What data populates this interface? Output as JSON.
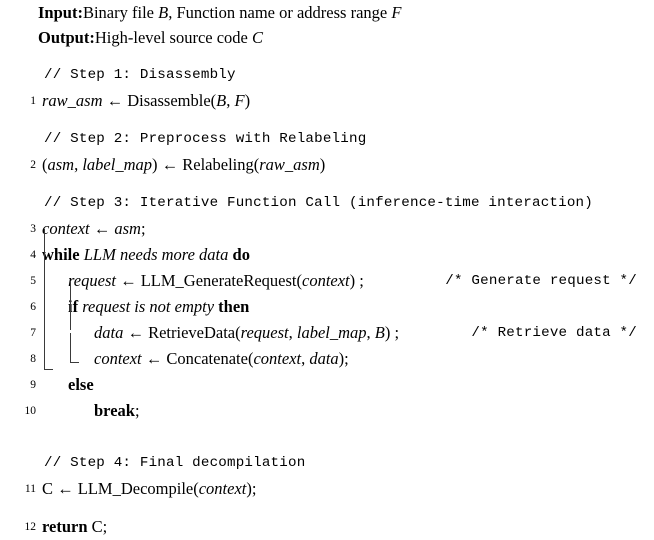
{
  "header": {
    "input_label": "Input:",
    "input_text_a": "Binary file ",
    "input_var_a": "B",
    "input_text_b": ", Function name or address range ",
    "input_var_b": "F",
    "output_label": "Output:",
    "output_text": "High-level source code ",
    "output_var": "C"
  },
  "comments": {
    "step1": "// Step 1:  Disassembly",
    "step2": "// Step 2:  Preprocess with Relabeling",
    "step3": "// Step 3:  Iterative Function Call (inference-time interaction)",
    "step4": "// Step 4:  Final decompilation",
    "generate_request": "/* Generate request */",
    "retrieve_data": "/* Retrieve data */"
  },
  "lines": {
    "n1": "1",
    "n2": "2",
    "n3": "3",
    "n4": "4",
    "n5": "5",
    "n6": "6",
    "n7": "7",
    "n8": "8",
    "n9": "9",
    "n10": "10",
    "n11": "11",
    "n12": "12"
  },
  "code": {
    "l1": {
      "lhs": "raw_asm",
      "arrow": "←",
      "fn": "Disassemble",
      "args_open": "(",
      "arg1": "B",
      "comma": ", ",
      "arg2": "F",
      "args_close": ")"
    },
    "l2": {
      "open": "(",
      "lhs1": "asm",
      "comma": ", ",
      "lhs2": "label_map",
      "close": ")",
      "arrow": "←",
      "fn": "Relabeling",
      "args_open": "(",
      "arg1": "raw_asm",
      "args_close": ")"
    },
    "l3": {
      "lhs": "context",
      "arrow": "←",
      "rhs": "asm",
      "semi": ";"
    },
    "l4": {
      "kw1": "while",
      "cond": "LLM needs more data",
      "kw2": "do"
    },
    "l5": {
      "lhs": "request",
      "arrow": "←",
      "fn": "LLM_GenerateRequest",
      "args_open": "(",
      "arg1": "context",
      "args_close": ")",
      "semi": " ;"
    },
    "l6": {
      "kw1": "if",
      "cond": "request is not empty",
      "kw2": "then"
    },
    "l7": {
      "lhs": "data",
      "arrow": "←",
      "fn": "RetrieveData",
      "args_open": "(",
      "arg1": "request",
      "comma1": ", ",
      "arg2": "label_map",
      "comma2": ", ",
      "arg3": "B",
      "args_close": ")",
      "semi": " ;"
    },
    "l8": {
      "lhs": "context",
      "arrow": "←",
      "fn": "Concatenate",
      "args_open": "(",
      "arg1": "context",
      "comma1": ", ",
      "arg2": "data",
      "args_close": ")",
      "semi": ";"
    },
    "l9": {
      "kw1": "else"
    },
    "l10": {
      "kw1": "break",
      "semi": ";"
    },
    "l11": {
      "lhs": "C",
      "arrow": "←",
      "fn": "LLM_Decompile",
      "args_open": "(",
      "arg1": "context",
      "args_close": ")",
      "semi": ";"
    },
    "l12": {
      "kw1": "return",
      "rhs": "C",
      "semi": ";"
    }
  },
  "colors": {
    "background": "#ffffff",
    "text": "#000000",
    "rule": "#3a3a3a"
  }
}
